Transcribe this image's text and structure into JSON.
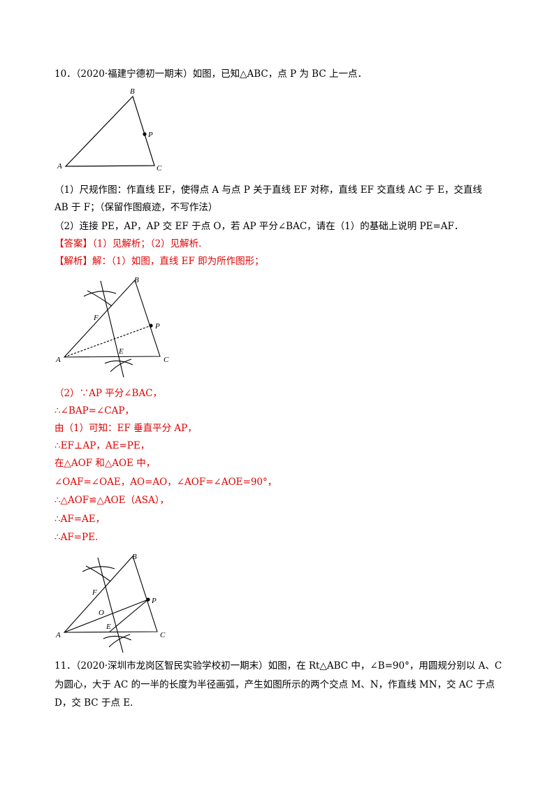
{
  "q10": {
    "stem": "10．（2020·福建宁德初一期末）如图，已知△ABC，点 P 为 BC 上一点．",
    "part1_line1": "（1）尺规作图：作直线 EF，使得点 A 与点 P 关于直线 EF 对称，直线 EF 交直线 AC 于 E，交直线",
    "part1_line2": "AB 于 F；（保留作图痕迹，不写作法）",
    "part2": "（2）连接 PE，AP，AP 交 EF 于点 O，若 AP 平分∠BAC，请在（1）的基础上说明 PE=AF．",
    "answer": "【答案】（1）见解析；（2）见解析.",
    "analysis": "【解析】解：（1）如图，直线 EF 即为所作图形；",
    "proof": [
      "（2）∵AP 平分∠BAC，",
      "∴∠BAP=∠CAP，",
      "由（1）可知：EF 垂直平分 AP，",
      "∴EF⊥AP，AE=PE，",
      "在△AOF 和△AOE 中，",
      "∠OAF=∠OAE，AO=AO，∠AOF=∠AOE=90°，",
      "∴△AOF≌△AOE（ASA），",
      "∴AF=AE，",
      "∴AF=PE."
    ]
  },
  "q11": {
    "line1": "11．（2020·深圳市龙岗区智民实验学校初一期末）如图，在 Rt△ABC 中，∠B=90°，用圆规分别以 A、C",
    "line2": "为圆心，大于 AC 的一半的长度为半径画弧，产生如图所示的两个交点 M、N，作直线 MN，交 AC 于点",
    "line3": "D，交 BC 于点 E."
  },
  "fig_labels": {
    "A": "A",
    "B": "B",
    "C": "C",
    "P": "P",
    "E": "E",
    "F": "F",
    "O": "O"
  }
}
